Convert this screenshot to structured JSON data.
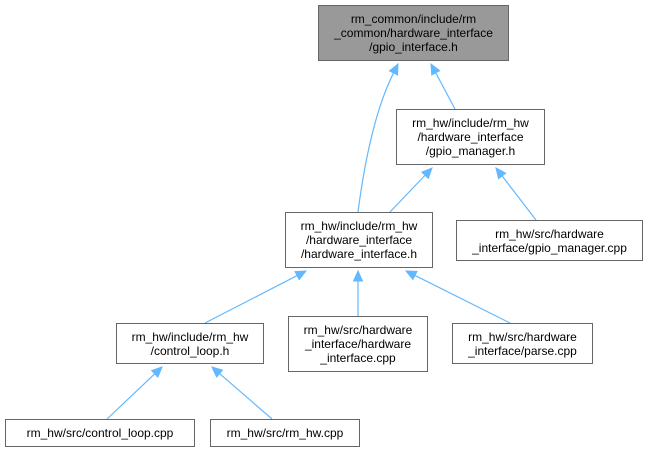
{
  "colors": {
    "edge": "#63b8ff",
    "root_fill": "#999999",
    "node_fill": "#ffffff",
    "node_border": "#666666"
  },
  "nodes": {
    "gpio_interface_h": "rm_common/include/rm\n_common/hardware_interface\n/gpio_interface.h",
    "gpio_manager_h": "rm_hw/include/rm_hw\n/hardware_interface\n/gpio_manager.h",
    "hardware_interface_h": "rm_hw/include/rm_hw\n/hardware_interface\n/hardware_interface.h",
    "gpio_manager_cpp": "rm_hw/src/hardware\n_interface/gpio_manager.cpp",
    "control_loop_h": "rm_hw/include/rm_hw\n/control_loop.h",
    "hardware_interface_cpp": "rm_hw/src/hardware\n_interface/hardware\n_interface.cpp",
    "parse_cpp": "rm_hw/src/hardware\n_interface/parse.cpp",
    "control_loop_cpp": "rm_hw/src/control_loop.cpp",
    "rm_hw_cpp": "rm_hw/src/rm_hw.cpp"
  },
  "edges": [
    {
      "from": "gpio_manager_h",
      "to": "gpio_interface_h"
    },
    {
      "from": "hardware_interface_h",
      "to": "gpio_interface_h"
    },
    {
      "from": "hardware_interface_h",
      "to": "gpio_manager_h"
    },
    {
      "from": "gpio_manager_cpp",
      "to": "gpio_manager_h"
    },
    {
      "from": "control_loop_h",
      "to": "hardware_interface_h"
    },
    {
      "from": "hardware_interface_cpp",
      "to": "hardware_interface_h"
    },
    {
      "from": "parse_cpp",
      "to": "hardware_interface_h"
    },
    {
      "from": "control_loop_cpp",
      "to": "control_loop_h"
    },
    {
      "from": "rm_hw_cpp",
      "to": "control_loop_h"
    }
  ]
}
